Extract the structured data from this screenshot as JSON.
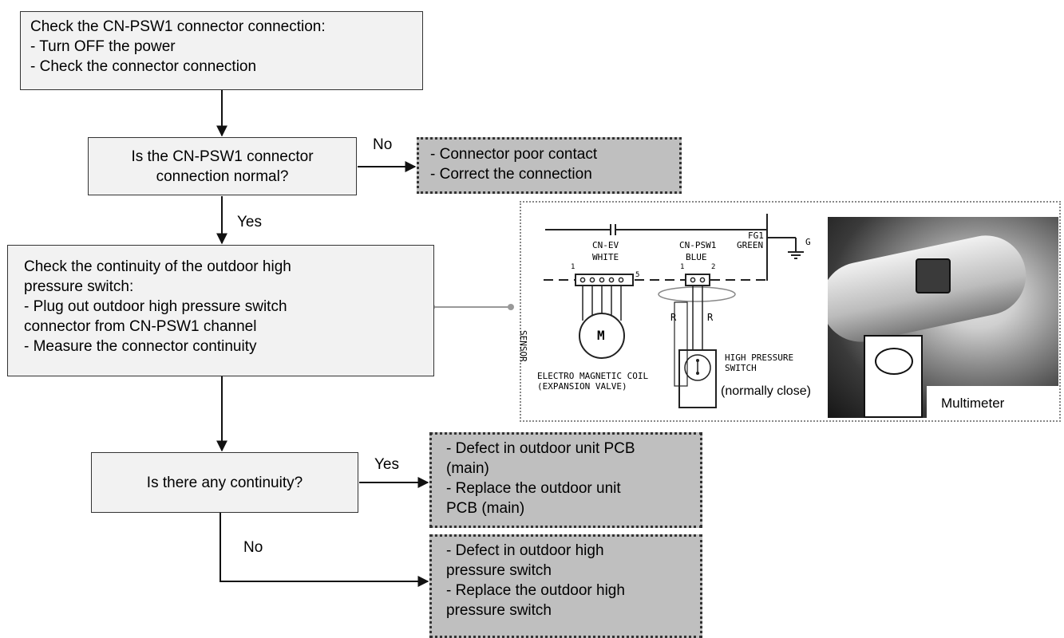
{
  "step1": {
    "lines": [
      "Check the CN-PSW1 connector connection:",
      "- Turn OFF the power",
      "- Check the connector connection"
    ]
  },
  "decision1": {
    "lines": [
      "Is the CN-PSW1 connector",
      "connection normal?"
    ],
    "no_label": "No",
    "yes_label": "Yes"
  },
  "result1": {
    "lines": [
      "- Connector poor contact",
      "- Correct the connection"
    ]
  },
  "step2": {
    "lines": [
      "Check the continuity of the outdoor high",
      "pressure switch:",
      "- Plug out outdoor high pressure switch",
      "connector from CN-PSW1 channel",
      "- Measure the connector continuity"
    ]
  },
  "decision2": {
    "lines": [
      "Is there any continuity?"
    ],
    "yes_label": "Yes",
    "no_label": "No"
  },
  "result2": {
    "lines": [
      "- Defect in outdoor unit PCB",
      "(main)",
      "- Replace the outdoor unit",
      "PCB (main)"
    ]
  },
  "result3": {
    "lines": [
      "- Defect in outdoor high",
      "pressure switch",
      "- Replace the outdoor high",
      "pressure switch"
    ]
  },
  "schematic": {
    "cn_ev": "CN-EV",
    "cn_ev_color": "WHITE",
    "pin1_left": "1",
    "pin5": "5",
    "cn_psw1": "CN-PSW1",
    "cn_psw1_color": "BLUE",
    "pin1_right": "1",
    "pin2": "2",
    "fg": "FG1",
    "fg_color": "GREEN",
    "ground_label": "G",
    "sensor": "SENSOR",
    "wire_r1": "R",
    "wire_r2": "R",
    "motor": "M",
    "coil_line1": "ELECTRO MAGNETIC COIL",
    "coil_line2": "(EXPANSION VALVE)",
    "hps_line1": "HIGH PRESSURE",
    "hps_line2": "SWITCH",
    "normally_close": "(normally close)",
    "multimeter": "Multimeter"
  }
}
